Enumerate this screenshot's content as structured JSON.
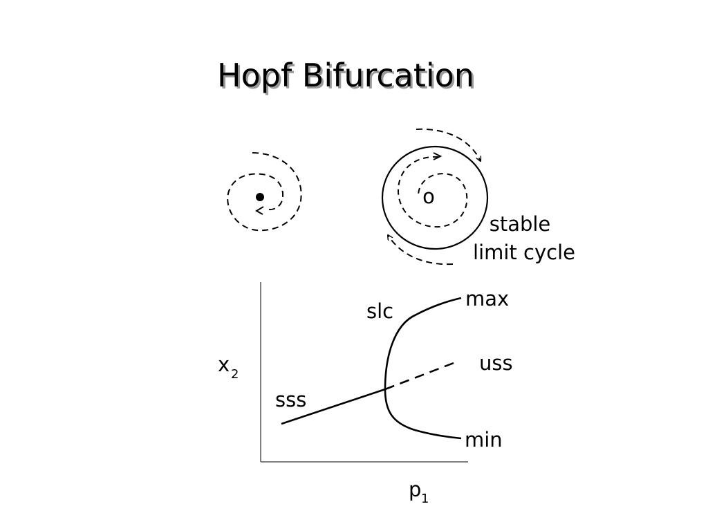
{
  "title": "Hopf Bifurcation",
  "phase_portrait": {
    "fixed_point_marker": "o",
    "limit_cycle_label": [
      "stable",
      "limit cycle"
    ]
  },
  "bifurcation_plot": {
    "y_axis_label": "x",
    "y_axis_subscript": "2",
    "x_axis_label": "p",
    "x_axis_subscript": "1",
    "branch_labels": {
      "stable_steady_state": "sss",
      "unstable_steady_state": "uss",
      "stable_limit_cycle": "slc",
      "max": "max",
      "min": "min"
    }
  },
  "colors": {
    "ink": "#000000",
    "title_shadow": "#9a9a9a",
    "background": "#ffffff"
  }
}
